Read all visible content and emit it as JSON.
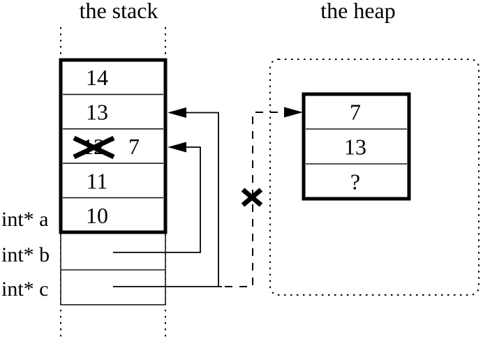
{
  "titles": {
    "stack": "the stack",
    "heap": "the heap"
  },
  "stack": {
    "cells": [
      "14",
      "13",
      "12",
      "11",
      "10"
    ],
    "crossed_out_value": "12",
    "overwrite_value": "7"
  },
  "heap": {
    "cells": [
      "7",
      "13",
      "?"
    ]
  },
  "variables": [
    {
      "label": "int* a"
    },
    {
      "label": "int* b"
    },
    {
      "label": "int* c"
    }
  ],
  "colors": {
    "ink": "#000000",
    "background": "#ffffff"
  }
}
